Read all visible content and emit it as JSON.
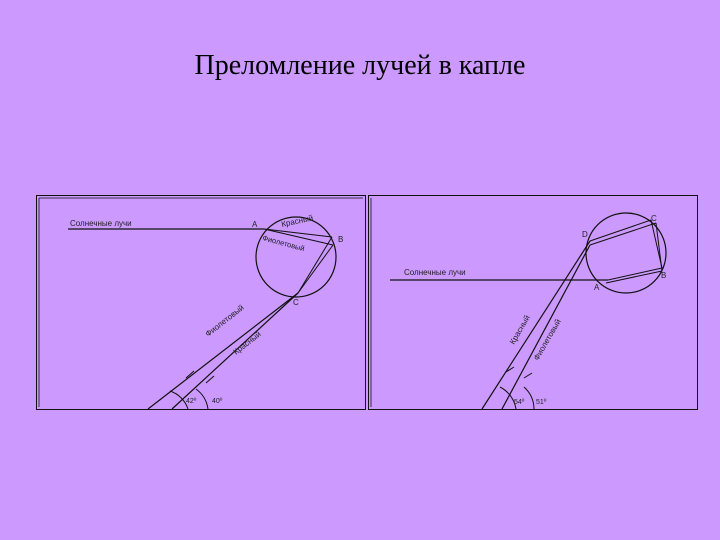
{
  "title": "Преломление лучей в капле",
  "left_diagram": {
    "sun_rays": "Солнечные лучи",
    "point_a": "А",
    "point_b": "В",
    "point_c": "С",
    "red_inner": "Красный",
    "violet_inner": "Фиолетовый",
    "violet_outer": "Фиолетовый",
    "red_outer": "Красный",
    "angle_1": "42º",
    "angle_2": "40º"
  },
  "right_diagram": {
    "sun_rays": "Солнечные лучи",
    "point_a": "А",
    "point_b": "В",
    "point_c": "С",
    "point_d": "D",
    "red_outer": "Красный",
    "violet_outer": "Фиолетовый",
    "angle_1": "54º",
    "angle_2": "51º"
  }
}
